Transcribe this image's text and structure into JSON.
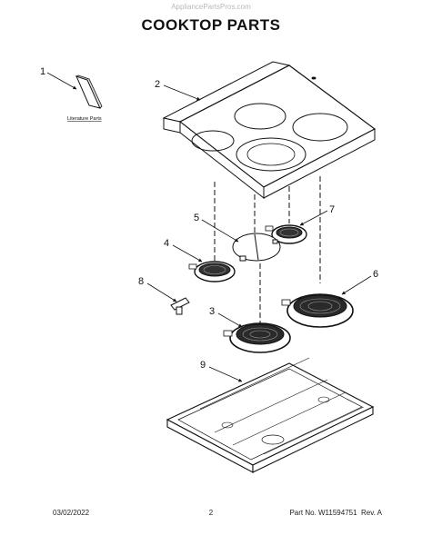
{
  "header": {
    "watermark": "AppliancePartsPros.com",
    "title": "COOKTOP PARTS"
  },
  "parts": [
    {
      "callout": "1",
      "label": "Literature Parts"
    },
    {
      "callout": "2"
    },
    {
      "callout": "3"
    },
    {
      "callout": "4"
    },
    {
      "callout": "5"
    },
    {
      "callout": "6"
    },
    {
      "callout": "7"
    },
    {
      "callout": "8"
    },
    {
      "callout": "9"
    }
  ],
  "footer": {
    "date": "03/02/2022",
    "page": "2",
    "part_number": "Part No. W11594751",
    "revision": "Rev. A"
  }
}
